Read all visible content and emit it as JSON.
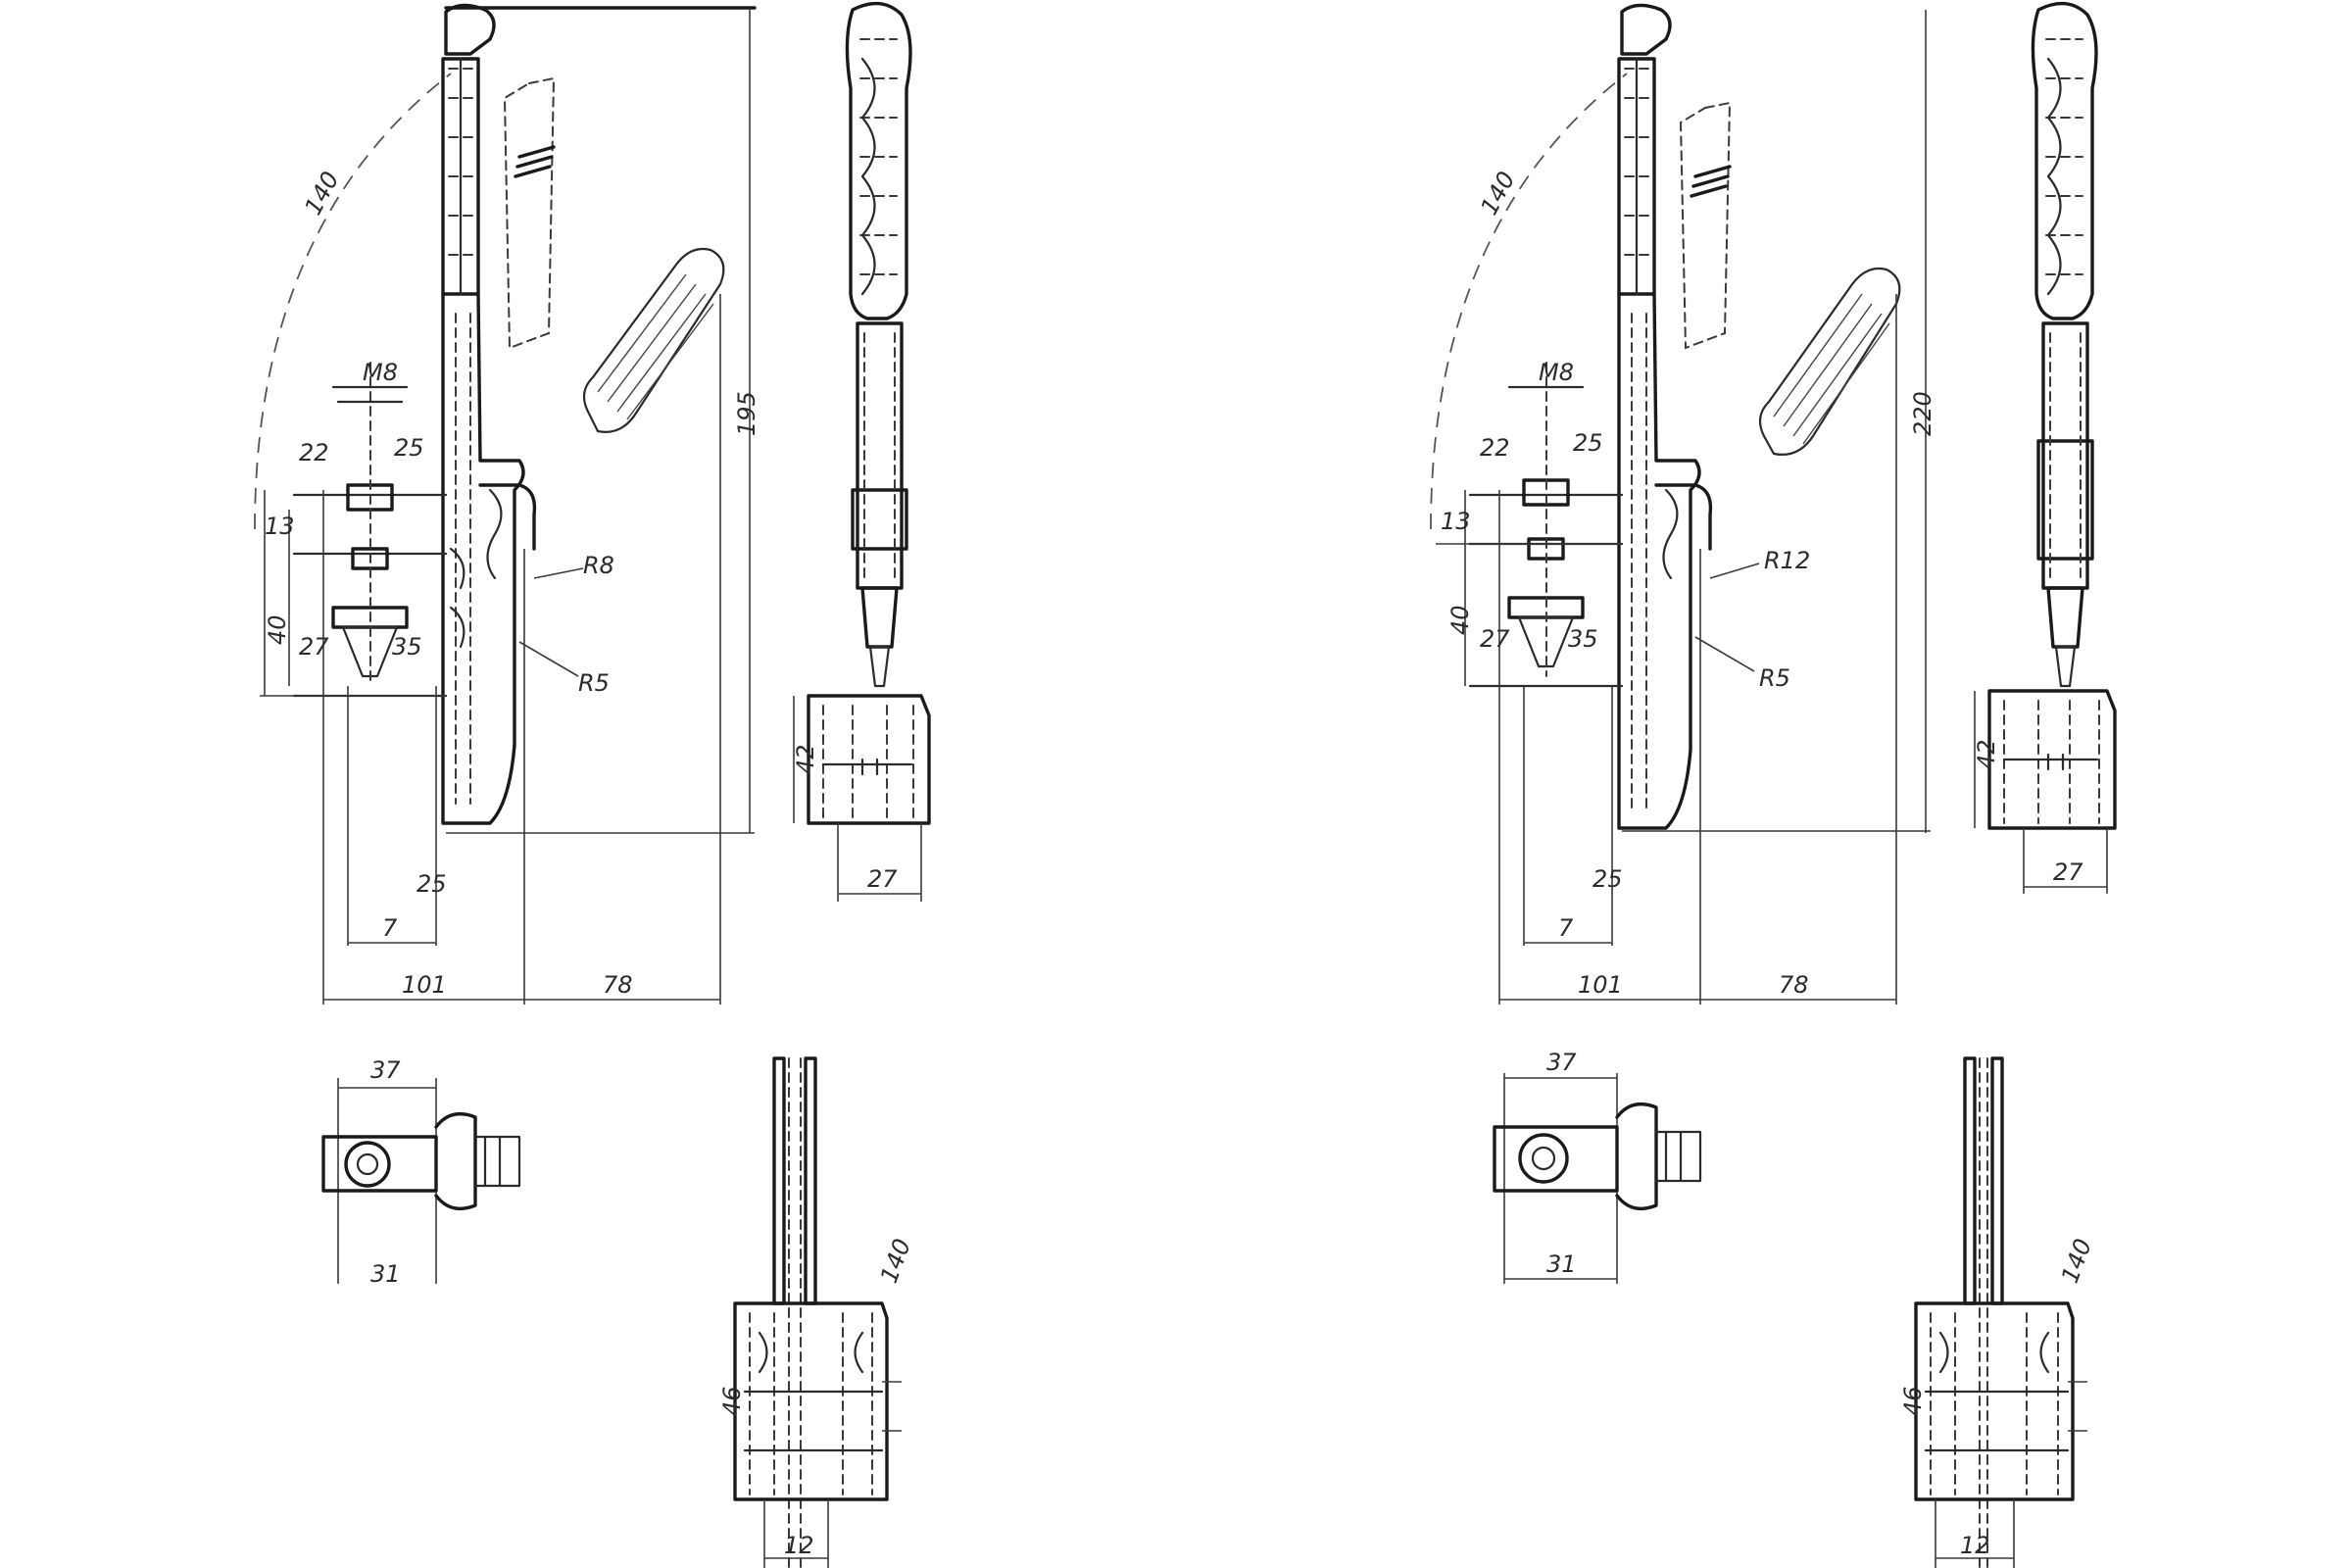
{
  "drawing": {
    "views": [
      {
        "name": "left-variant",
        "labels": {
          "arc": "140",
          "thread": "M8",
          "d1": "22",
          "d2": "25",
          "d3": "13",
          "d4": "40",
          "d5": "27",
          "d6": "35",
          "r1": "R8",
          "r2": "R5",
          "h_total": "195",
          "w_left": "101",
          "w_right": "78",
          "w_small": "7",
          "base_h": "42",
          "base_w": "27",
          "plan_top": "37",
          "plan_bot": "31",
          "side_h": "46",
          "side_w": "12"
        }
      },
      {
        "name": "right-variant",
        "labels": {
          "arc": "140",
          "thread": "M8",
          "d1": "22",
          "d2": "25",
          "d3": "13",
          "d4": "40",
          "d5": "27",
          "d6": "35",
          "r1": "R12",
          "r2": "R5",
          "h_total": "220",
          "w_left": "101",
          "w_right": "78",
          "w_small": "7",
          "base_h": "42",
          "base_w": "27",
          "plan_top": "37",
          "plan_bot": "31",
          "side_h": "46",
          "side_w": "12"
        }
      }
    ]
  }
}
